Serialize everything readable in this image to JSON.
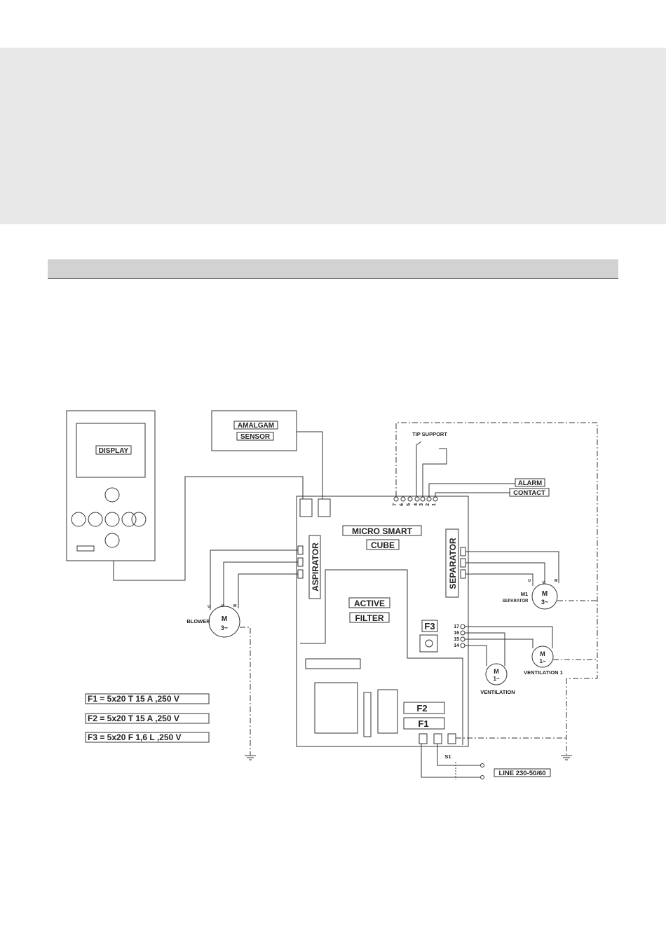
{
  "diagram": {
    "display_label": "DISPLAY",
    "amalgam_line1": "AMALGAM",
    "amalgam_line2": "SENSOR",
    "tip_support": "TIP SUPPORT",
    "alarm_line1": "ALARM",
    "alarm_line2": "CONTACT",
    "board_line1": "MICRO SMART",
    "board_line2": "CUBE",
    "aspirator": "ASPIRATOR",
    "separator": "SEPARATOR",
    "active_line1": "ACTIVE",
    "active_line2": "FILTER",
    "f3_label": "F3",
    "f2_label": "F2",
    "f1_label": "F1",
    "blower": "BLOWER",
    "m1": "M1",
    "separator_motor": "SEPARATOR",
    "ventilation1": "VENTILATION 1",
    "ventilation": "VENTILATION",
    "s1": "S1",
    "line": "LINE 230-50/60",
    "motor_m": "M",
    "motor_3": "3~",
    "motor_1": "1~",
    "phase_u": "U",
    "phase_v": "V",
    "phase_w": "W",
    "top_terminals": [
      "7",
      "6",
      "5",
      "4",
      "3",
      "2",
      "1"
    ],
    "side_terminals": [
      "17",
      "16",
      "15",
      "14"
    ],
    "fuses": [
      "F1 = 5x20 T 15 A ,250 V",
      "F2 = 5x20 T 15 A ,250 V",
      "F3 = 5x20 F 1,6 L ,250 V"
    ]
  }
}
